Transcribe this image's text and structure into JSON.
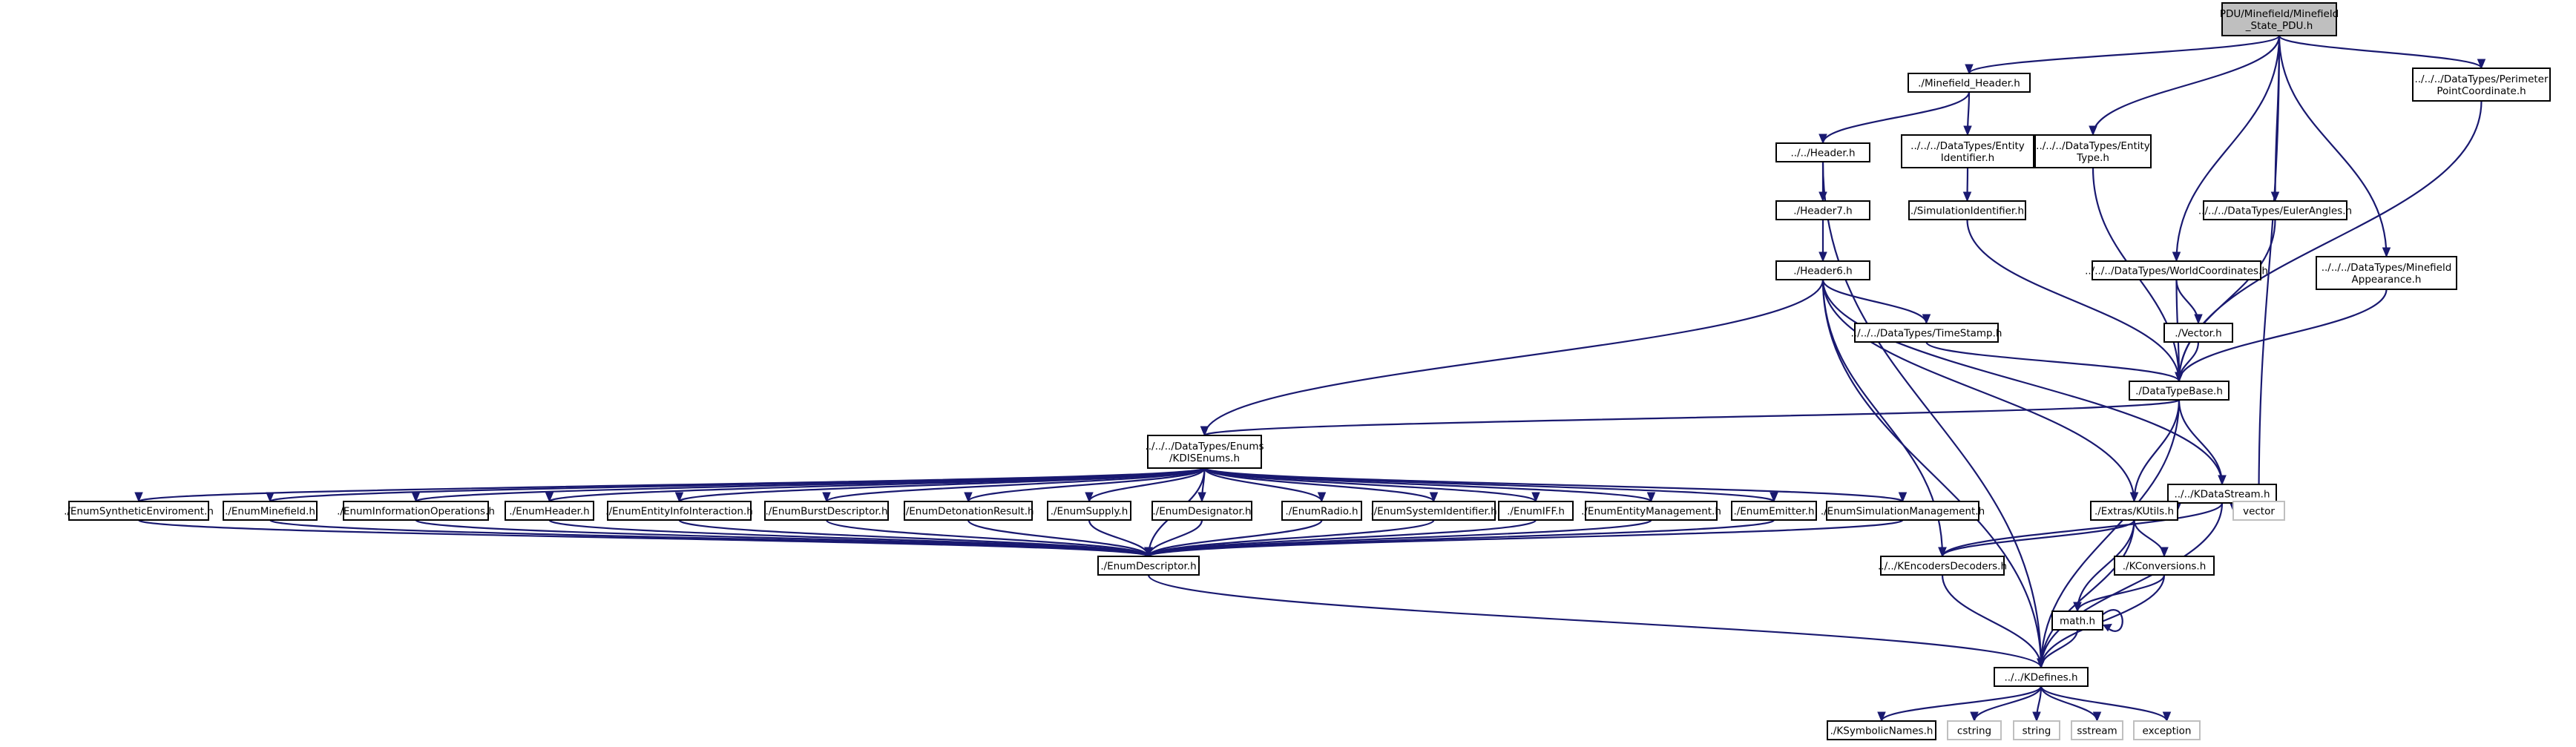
{
  "nodes": [
    {
      "id": "root",
      "lines": [
        "PDU/Minefield/Minefield",
        "_State_PDU.h"
      ],
      "kind": "root",
      "interactable": false
    },
    {
      "id": "minefield_header",
      "lines": [
        "./Minefield_Header.h"
      ],
      "kind": "file",
      "interactable": true
    },
    {
      "id": "perimeter",
      "lines": [
        "../../../DataTypes/Perimeter",
        "PointCoordinate.h"
      ],
      "kind": "file",
      "interactable": true
    },
    {
      "id": "header",
      "lines": [
        "../../Header.h"
      ],
      "kind": "file",
      "interactable": true
    },
    {
      "id": "entity_identifier",
      "lines": [
        "../../../DataTypes/Entity",
        "Identifier.h"
      ],
      "kind": "file",
      "interactable": true
    },
    {
      "id": "entity_type",
      "lines": [
        "../../../DataTypes/Entity",
        "Type.h"
      ],
      "kind": "file",
      "interactable": true
    },
    {
      "id": "header7",
      "lines": [
        "./Header7.h"
      ],
      "kind": "file",
      "interactable": true
    },
    {
      "id": "simulation_identifier",
      "lines": [
        "./SimulationIdentifier.h"
      ],
      "kind": "file",
      "interactable": true
    },
    {
      "id": "euler_angles",
      "lines": [
        "../../../DataTypes/EulerAngles.h"
      ],
      "kind": "file",
      "interactable": true
    },
    {
      "id": "header6",
      "lines": [
        "./Header6.h"
      ],
      "kind": "file",
      "interactable": true
    },
    {
      "id": "world_coordinates",
      "lines": [
        "../../../DataTypes/WorldCoordinates.h"
      ],
      "kind": "file",
      "interactable": true
    },
    {
      "id": "minefield_appearance",
      "lines": [
        "../../../DataTypes/Minefield",
        "Appearance.h"
      ],
      "kind": "file",
      "interactable": true
    },
    {
      "id": "time_stamp",
      "lines": [
        "../../../DataTypes/TimeStamp.h"
      ],
      "kind": "file",
      "interactable": true
    },
    {
      "id": "vector_h",
      "lines": [
        "./Vector.h"
      ],
      "kind": "file",
      "interactable": true
    },
    {
      "id": "data_type_base",
      "lines": [
        "./DataTypeBase.h"
      ],
      "kind": "file",
      "interactable": true
    },
    {
      "id": "kdis_enums",
      "lines": [
        "../../../DataTypes/Enums",
        "/KDISEnums.h"
      ],
      "kind": "file",
      "interactable": true
    },
    {
      "id": "kdata_stream",
      "lines": [
        "../../KDataStream.h"
      ],
      "kind": "file",
      "interactable": true
    },
    {
      "id": "enum_synthetic",
      "lines": [
        "./EnumSyntheticEnviroment.h"
      ],
      "kind": "file",
      "interactable": true
    },
    {
      "id": "enum_minefield",
      "lines": [
        "./EnumMinefield.h"
      ],
      "kind": "file",
      "interactable": true
    },
    {
      "id": "enum_info_ops",
      "lines": [
        "./EnumInformationOperations.h"
      ],
      "kind": "file",
      "interactable": true
    },
    {
      "id": "enum_header",
      "lines": [
        "./EnumHeader.h"
      ],
      "kind": "file",
      "interactable": true
    },
    {
      "id": "enum_entity_info",
      "lines": [
        "./EnumEntityInfoInteraction.h"
      ],
      "kind": "file",
      "interactable": true
    },
    {
      "id": "enum_burst",
      "lines": [
        "./EnumBurstDescriptor.h"
      ],
      "kind": "file",
      "interactable": true
    },
    {
      "id": "enum_detonation",
      "lines": [
        "./EnumDetonationResult.h"
      ],
      "kind": "file",
      "interactable": true
    },
    {
      "id": "enum_supply",
      "lines": [
        "./EnumSupply.h"
      ],
      "kind": "file",
      "interactable": true
    },
    {
      "id": "enum_designator",
      "lines": [
        "./EnumDesignator.h"
      ],
      "kind": "file",
      "interactable": true
    },
    {
      "id": "enum_radio",
      "lines": [
        "./EnumRadio.h"
      ],
      "kind": "file",
      "interactable": true
    },
    {
      "id": "enum_system_id",
      "lines": [
        "./EnumSystemIdentifier.h"
      ],
      "kind": "file",
      "interactable": true
    },
    {
      "id": "enum_iff",
      "lines": [
        "./EnumIFF.h"
      ],
      "kind": "file",
      "interactable": true
    },
    {
      "id": "enum_entity_mgmt",
      "lines": [
        "./EnumEntityManagement.h"
      ],
      "kind": "file",
      "interactable": true
    },
    {
      "id": "enum_emitter",
      "lines": [
        "./EnumEmitter.h"
      ],
      "kind": "file",
      "interactable": true
    },
    {
      "id": "enum_sim_mgmt",
      "lines": [
        "./EnumSimulationManagement.h"
      ],
      "kind": "file",
      "interactable": true
    },
    {
      "id": "kutils",
      "lines": [
        "./Extras/KUtils.h"
      ],
      "kind": "file",
      "interactable": true
    },
    {
      "id": "vector_std",
      "lines": [
        "vector"
      ],
      "kind": "ext",
      "interactable": false
    },
    {
      "id": "enum_descriptor",
      "lines": [
        "./EnumDescriptor.h"
      ],
      "kind": "file",
      "interactable": true
    },
    {
      "id": "kencoders",
      "lines": [
        "../../KEncodersDecoders.h"
      ],
      "kind": "file",
      "interactable": true
    },
    {
      "id": "kconversions",
      "lines": [
        "./KConversions.h"
      ],
      "kind": "file",
      "interactable": true
    },
    {
      "id": "math_h",
      "lines": [
        "math.h"
      ],
      "kind": "file",
      "interactable": true
    },
    {
      "id": "kdefines",
      "lines": [
        "../../KDefines.h"
      ],
      "kind": "file",
      "interactable": true
    },
    {
      "id": "ksymbolic",
      "lines": [
        "./KSymbolicNames.h"
      ],
      "kind": "file",
      "interactable": true
    },
    {
      "id": "cstring",
      "lines": [
        "cstring"
      ],
      "kind": "ext",
      "interactable": false
    },
    {
      "id": "string",
      "lines": [
        "string"
      ],
      "kind": "ext",
      "interactable": false
    },
    {
      "id": "sstream",
      "lines": [
        "sstream"
      ],
      "kind": "ext",
      "interactable": false
    },
    {
      "id": "exception",
      "lines": [
        "exception"
      ],
      "kind": "ext",
      "interactable": false
    }
  ],
  "edges": [
    [
      "root",
      "minefield_header"
    ],
    [
      "root",
      "perimeter"
    ],
    [
      "root",
      "entity_type"
    ],
    [
      "root",
      "euler_angles"
    ],
    [
      "root",
      "world_coordinates"
    ],
    [
      "root",
      "minefield_appearance"
    ],
    [
      "root",
      "vector_std"
    ],
    [
      "minefield_header",
      "header"
    ],
    [
      "minefield_header",
      "entity_identifier"
    ],
    [
      "header",
      "header7"
    ],
    [
      "header",
      "kdefines"
    ],
    [
      "entity_identifier",
      "simulation_identifier"
    ],
    [
      "header7",
      "header6"
    ],
    [
      "header6",
      "time_stamp"
    ],
    [
      "header6",
      "kdis_enums"
    ],
    [
      "header6",
      "kdata_stream"
    ],
    [
      "header6",
      "kutils"
    ],
    [
      "header6",
      "kencoders"
    ],
    [
      "header6",
      "kdefines"
    ],
    [
      "simulation_identifier",
      "data_type_base"
    ],
    [
      "entity_type",
      "data_type_base"
    ],
    [
      "euler_angles",
      "data_type_base"
    ],
    [
      "world_coordinates",
      "data_type_base"
    ],
    [
      "world_coordinates",
      "vector_h"
    ],
    [
      "vector_h",
      "data_type_base"
    ],
    [
      "minefield_appearance",
      "data_type_base"
    ],
    [
      "perimeter",
      "data_type_base"
    ],
    [
      "time_stamp",
      "data_type_base"
    ],
    [
      "data_type_base",
      "kdis_enums"
    ],
    [
      "data_type_base",
      "kdata_stream"
    ],
    [
      "data_type_base",
      "kutils"
    ],
    [
      "data_type_base",
      "kdefines"
    ],
    [
      "kdis_enums",
      "enum_synthetic"
    ],
    [
      "kdis_enums",
      "enum_minefield"
    ],
    [
      "kdis_enums",
      "enum_info_ops"
    ],
    [
      "kdis_enums",
      "enum_header"
    ],
    [
      "kdis_enums",
      "enum_entity_info"
    ],
    [
      "kdis_enums",
      "enum_burst"
    ],
    [
      "kdis_enums",
      "enum_detonation"
    ],
    [
      "kdis_enums",
      "enum_supply"
    ],
    [
      "kdis_enums",
      "enum_designator"
    ],
    [
      "kdis_enums",
      "enum_radio"
    ],
    [
      "kdis_enums",
      "enum_system_id"
    ],
    [
      "kdis_enums",
      "enum_iff"
    ],
    [
      "kdis_enums",
      "enum_entity_mgmt"
    ],
    [
      "kdis_enums",
      "enum_emitter"
    ],
    [
      "kdis_enums",
      "enum_sim_mgmt"
    ],
    [
      "kdis_enums",
      "enum_descriptor"
    ],
    [
      "enum_synthetic",
      "enum_descriptor"
    ],
    [
      "enum_minefield",
      "enum_descriptor"
    ],
    [
      "enum_info_ops",
      "enum_descriptor"
    ],
    [
      "enum_header",
      "enum_descriptor"
    ],
    [
      "enum_entity_info",
      "enum_descriptor"
    ],
    [
      "enum_burst",
      "enum_descriptor"
    ],
    [
      "enum_detonation",
      "enum_descriptor"
    ],
    [
      "enum_supply",
      "enum_descriptor"
    ],
    [
      "enum_designator",
      "enum_descriptor"
    ],
    [
      "enum_radio",
      "enum_descriptor"
    ],
    [
      "enum_system_id",
      "enum_descriptor"
    ],
    [
      "enum_iff",
      "enum_descriptor"
    ],
    [
      "enum_entity_mgmt",
      "enum_descriptor"
    ],
    [
      "enum_emitter",
      "enum_descriptor"
    ],
    [
      "enum_sim_mgmt",
      "enum_descriptor"
    ],
    [
      "kdata_stream",
      "kutils"
    ],
    [
      "kdata_stream",
      "kencoders"
    ],
    [
      "kdata_stream",
      "vector_std"
    ],
    [
      "kdata_stream",
      "kdefines"
    ],
    [
      "kutils",
      "kencoders"
    ],
    [
      "kutils",
      "kconversions"
    ],
    [
      "kutils",
      "math_h"
    ],
    [
      "kutils",
      "kdefines"
    ],
    [
      "enum_descriptor",
      "kdefines"
    ],
    [
      "kencoders",
      "kdefines"
    ],
    [
      "kconversions",
      "math_h"
    ],
    [
      "kconversions",
      "kdefines"
    ],
    [
      "math_h",
      "math_h"
    ],
    [
      "math_h",
      "kdefines"
    ],
    [
      "kdefines",
      "ksymbolic"
    ],
    [
      "kdefines",
      "cstring"
    ],
    [
      "kdefines",
      "string"
    ],
    [
      "kdefines",
      "sstream"
    ],
    [
      "kdefines",
      "exception"
    ]
  ]
}
